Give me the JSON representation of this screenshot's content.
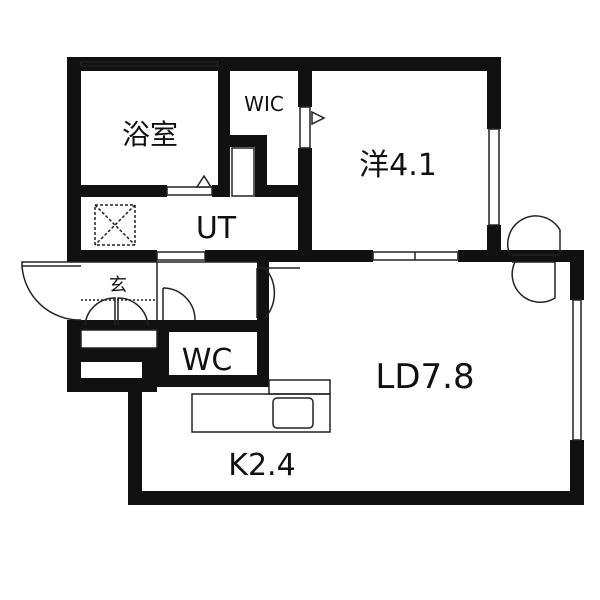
{
  "rooms": {
    "bath": "浴室",
    "wic": "WIC",
    "western": "洋4.1",
    "utility": "UT",
    "entrance": "玄",
    "toilet": "WC",
    "living_dining": "LD7.8",
    "kitchen": "K2.4"
  },
  "colors": {
    "wall": "#111111",
    "background": "#ffffff",
    "line": "#222222"
  }
}
